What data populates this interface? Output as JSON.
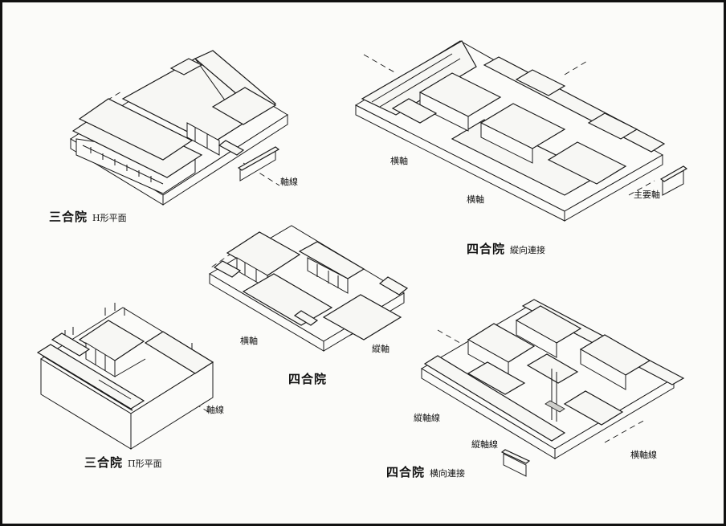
{
  "labels": {
    "sanheyuan_h": {
      "title": "三合院",
      "subtitle": "H形平面"
    },
    "siheyuan_long": {
      "title": "四合院",
      "subtitle": "縱向連接"
    },
    "siheyuan": {
      "title": "四合院"
    },
    "sanheyuan_u": {
      "title": "三合院",
      "subtitle": "П形平面"
    },
    "siheyuan_cross": {
      "title": "四合院",
      "subtitle": "横向連接"
    }
  },
  "axis_labels": {
    "h_axis": "軸線",
    "long_cross_axis_1": "横軸",
    "long_cross_axis_2": "横軸",
    "long_main_axis": "主要軸",
    "si_cross_axis": "横軸",
    "si_long_axis": "縱軸",
    "u_axis": "軸線",
    "cross_long_axis_1": "縱軸線",
    "cross_long_axis_2": "縱軸線",
    "cross_cross_axis": "横軸線"
  }
}
